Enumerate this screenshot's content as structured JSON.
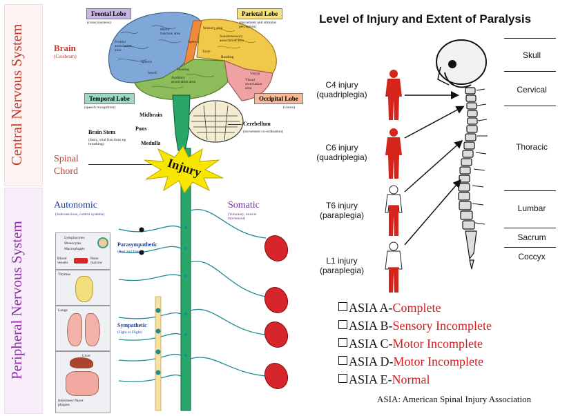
{
  "left_panel": {
    "cns_label": "Central Nervous System",
    "pns_label": "Peripheral Nervous System",
    "brain": {
      "title": "Brain",
      "subtitle": "(Cerebrum)"
    },
    "lobes": {
      "frontal": {
        "name": "Frontal Lobe",
        "note": "(consciousness)"
      },
      "parietal": {
        "name": "Parietal Lobe",
        "note": "(movement and stimulus perception)"
      },
      "temporal": {
        "name": "Temporal Lobe",
        "note": "(speech recognition)"
      },
      "occipital": {
        "name": "Occipital Lobe",
        "note": "(vision)"
      }
    },
    "brain_areas": [
      "Frontal association area",
      "Speech",
      "Smell",
      "Hearing",
      "Auditory association area",
      "Taste",
      "Speech",
      "Somatosensory association area",
      "Reading",
      "Vision",
      "Visual association area",
      "Motor function area",
      "Sensory area"
    ],
    "cerebellum": {
      "name": "Cerebellum",
      "note": "(movement co-ordination)"
    },
    "brain_stem": {
      "name": "Brain Stem",
      "note": "(basic, vital functions eg breathing)",
      "parts": [
        "Midbrain",
        "Pons",
        "Medulla"
      ]
    },
    "spinal_cord": "Spinal Chord",
    "injury_burst": "Injury",
    "autonomic": {
      "title": "Autonomic",
      "note": "(Subconscious, control systems)"
    },
    "somatic": {
      "title": "Somatic",
      "note": "(Voluntary, muscle movement)"
    },
    "parasympathetic": {
      "title": "Parasympathetic",
      "note": "(Rest and Digest)"
    },
    "sympathetic": {
      "title": "Sympathetic",
      "note": "(Fight or Flight)"
    },
    "organs": {
      "immune_labels": [
        "Lymphocytes",
        "Monocytes",
        "Macrophages",
        "Blood vessels",
        "Bone marrow"
      ],
      "thymus": "Thymus",
      "lungs": "Lungs",
      "liver": "Liver",
      "intestines": "Intestines/ Payer plaques"
    }
  },
  "right_panel": {
    "title": "Level of Injury and Extent of Paralysis",
    "injuries": [
      {
        "level": "C4 injury",
        "type": "(quadriplegia)"
      },
      {
        "level": "C6 injury",
        "type": "(quadriplegia)"
      },
      {
        "level": "T6 injury",
        "type": "(paraplegia)"
      },
      {
        "level": "L1 injury",
        "type": "(paraplegia)"
      }
    ],
    "segments": [
      "Skull",
      "Cervical",
      "Thoracic",
      "Lumbar",
      "Sacrum",
      "Coccyx"
    ],
    "asia_scale": [
      {
        "grade": "ASIA A-",
        "desc": "Complete"
      },
      {
        "grade": "ASIA B-",
        "desc": "Sensory Incomplete"
      },
      {
        "grade": "ASIA C-",
        "desc": "Motor Incomplete"
      },
      {
        "grade": "ASIA D-",
        "desc": "Motor Incomplete"
      },
      {
        "grade": "ASIA E-",
        "desc": "Normal"
      }
    ],
    "footnote": "ASIA: American Spinal Injury Association"
  },
  "colors": {
    "cns_red": "#c0392b",
    "pns_purple": "#8e2aa8",
    "spinal_green": "#1f9a63",
    "injury_yellow": "#f7e600",
    "muscle_red": "#d7262b",
    "body_red": "#d4241c",
    "asia_red": "#d51b1b"
  }
}
